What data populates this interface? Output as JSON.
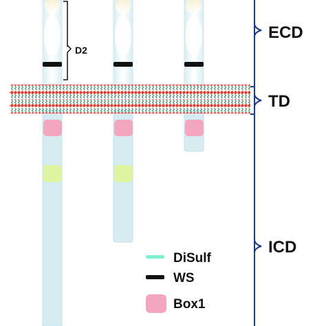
{
  "regions": {
    "ecd": "ECD",
    "td": "TD",
    "icd": "ICD"
  },
  "annotations": {
    "d2": "D2"
  },
  "legend": {
    "disulf": "DiSulf",
    "ws": "WS",
    "box1": "Box1"
  },
  "receptors": [
    {
      "box1": true,
      "motif": true,
      "icd_length": "long"
    },
    {
      "box1": true,
      "motif": true,
      "icd_length": "medium"
    },
    {
      "box1": true,
      "motif": false,
      "icd_length": "short"
    }
  ],
  "colors": {
    "ecd_fill": "#eef8fa",
    "icd_fill": "#d6ecf2",
    "ws_mark": "#111111",
    "box1": "#f5a6bf",
    "motif": "#ddf5a0",
    "disulf": "#7ff0d0",
    "membrane_head": "#e53b2c",
    "membrane_tail": "#2f7d57",
    "bracket": "#1a3a8c"
  }
}
